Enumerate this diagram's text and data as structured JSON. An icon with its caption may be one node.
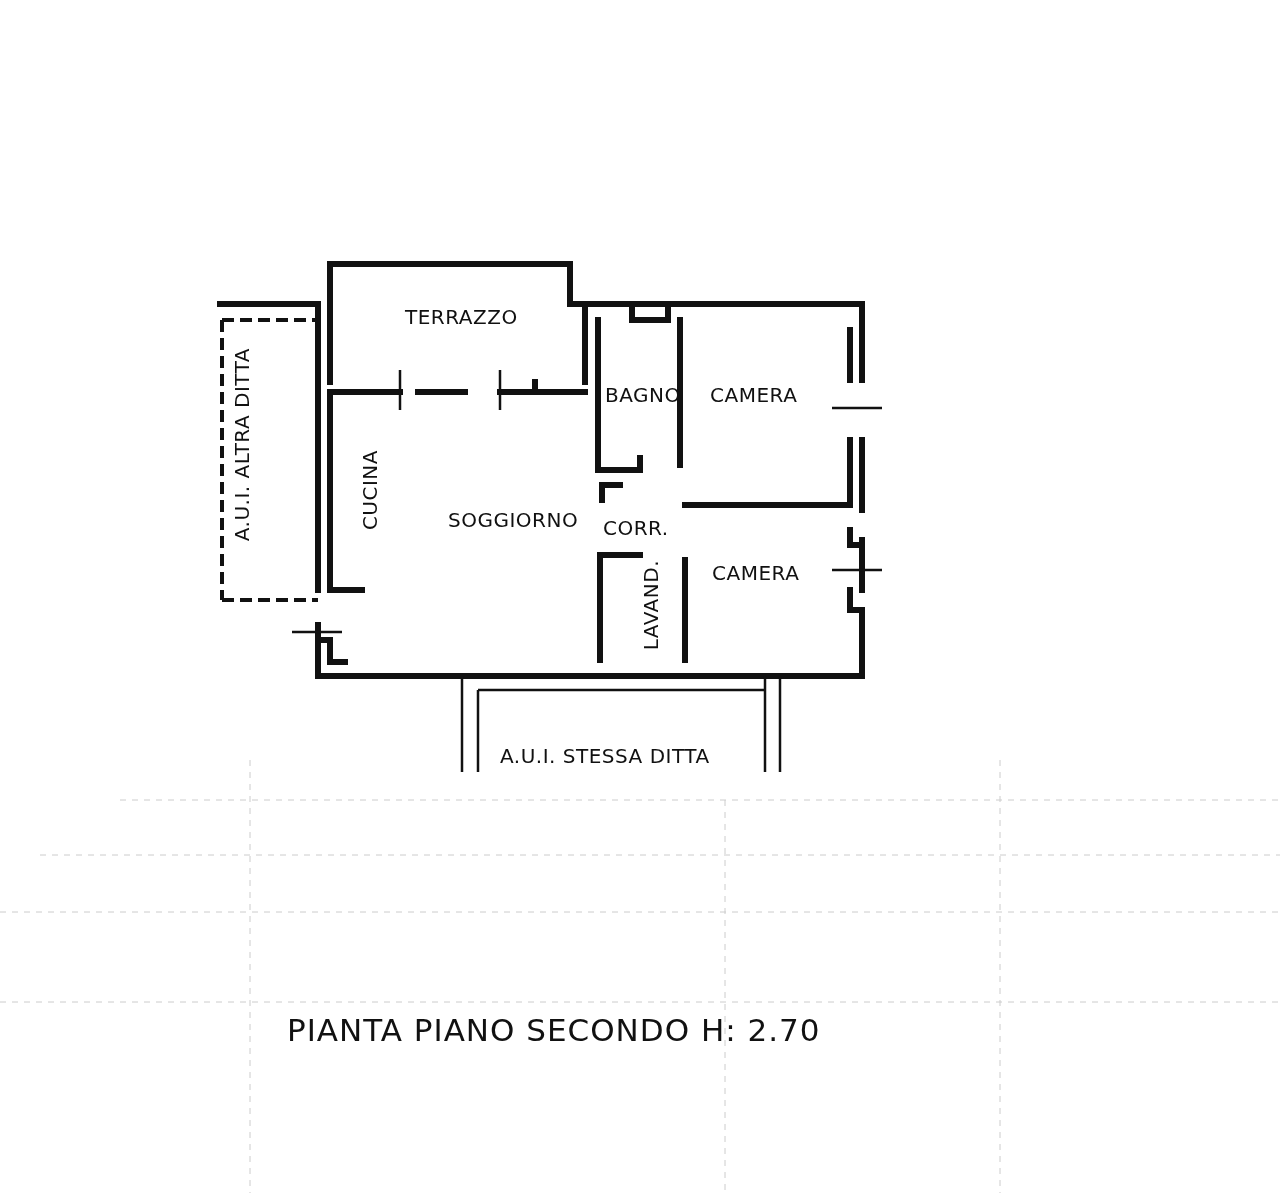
{
  "diagram": {
    "caption": "PIANTA PIANO SECONDO H: 2.70",
    "labels": [
      "TERRAZZO",
      "BAGNO",
      "CAMERA",
      "CUCINA",
      "SOGGIORNO",
      "CORR.",
      "A.U.I. ALTRA DITTA",
      "CAMERA",
      "LAVAND.",
      "A.U.I. STESSA DITTA"
    ]
  }
}
